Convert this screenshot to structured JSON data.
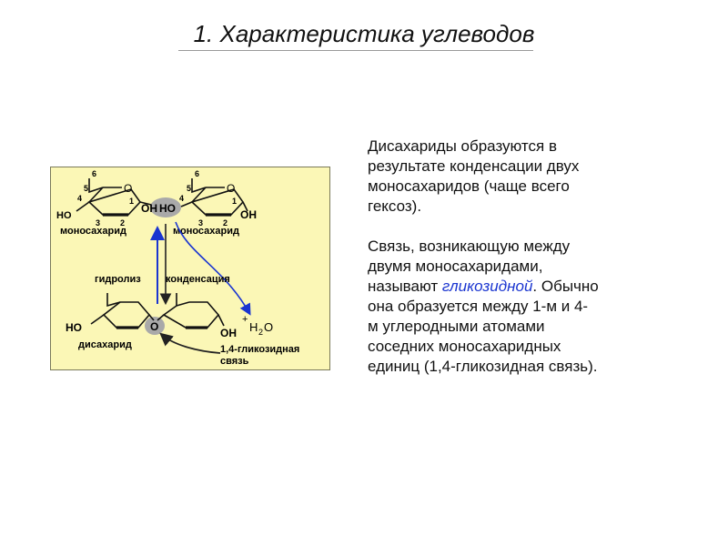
{
  "slide": {
    "title": "1. Характеристика углеводов"
  },
  "diagram": {
    "ring_positions": [
      "6",
      "5",
      "4",
      "3",
      "2",
      "1"
    ],
    "ring_oxygen": "O",
    "left_mono": {
      "ho": "HO",
      "oh": "OH",
      "label": "моносахарид"
    },
    "right_mono": {
      "ho": "HO",
      "oh": "OH",
      "label": "моносахарид"
    },
    "hydrolysis": "гидролиз",
    "condensation": "конденсация",
    "disaccharide": {
      "ho": "HO",
      "bridge_o": "O",
      "oh": "OH",
      "label": "дисахарид",
      "plus_water_plus": "+",
      "plus_water_h": "H",
      "plus_water_sub": "2",
      "plus_water_o": "O"
    },
    "bond_label_line1": "1,4-гликозидная",
    "bond_label_line2": "связь",
    "colors": {
      "background": "#fbf7b6",
      "arrow_blue": "#1a35d0",
      "highlight": "#a9a9a9"
    }
  },
  "text": {
    "para1": "    Дисахариды образуются в\nрезультате конденсации двух\nмоносахаридов (чаще всего\nгексоз).",
    "para2_pre": "    Связь, возникающую между\nдвумя моносахаридами,\nназывают ",
    "para2_accent": "гликозидной",
    "para2_post": ". Обычно\nона образуется между  1-м  и  4-\nм углеродными атомами\nсоседних моносахаридных\nединиц (1,4-гликозидная связь)."
  }
}
